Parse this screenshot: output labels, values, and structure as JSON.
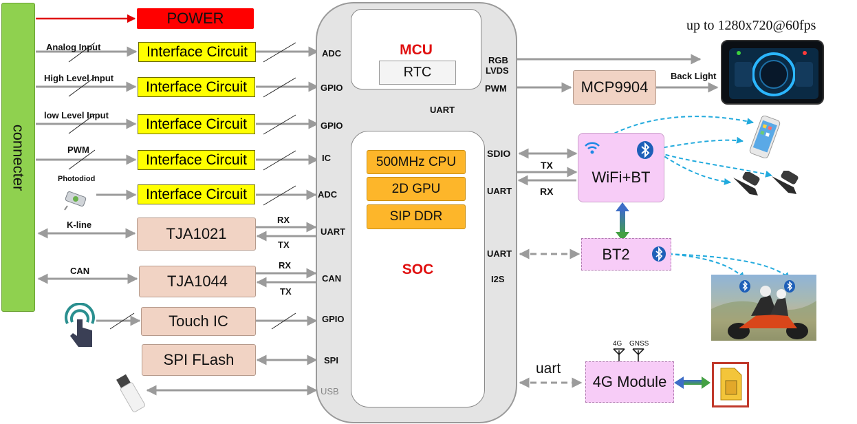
{
  "connector": {
    "label": "connecter"
  },
  "power": {
    "label": "POWER"
  },
  "inputs": [
    {
      "label": "Analog Input",
      "box": "Interface Circuit",
      "pin": "ADC"
    },
    {
      "label": "High Level Input",
      "box": "Interface Circuit",
      "pin": "GPIO"
    },
    {
      "label": "low Level Input",
      "box": "Interface Circuit",
      "pin": "GPIO"
    },
    {
      "label": "PWM",
      "box": "Interface Circuit",
      "pin": "IC"
    },
    {
      "label": "Photodiod",
      "box": "Interface Circuit",
      "pin": "ADC"
    }
  ],
  "kline": {
    "label": "K-line",
    "box": "TJA1021",
    "pin": "UART",
    "rx": "RX",
    "tx": "TX"
  },
  "can": {
    "label": "CAN",
    "box": "TJA1044",
    "pin": "CAN",
    "rx": "RX",
    "tx": "TX"
  },
  "touch": {
    "box": "Touch IC",
    "pin": "GPIO"
  },
  "spi": {
    "box": "SPI FLash",
    "pin": "SPI"
  },
  "usb": {
    "pin": "USB"
  },
  "mcu": {
    "title": "MCU",
    "rtc": "RTC",
    "link": "UART"
  },
  "soc": {
    "title": "SOC",
    "cpu": "500MHz CPU",
    "gpu": "2D GPU",
    "ddr": "SIP DDR"
  },
  "right_pins": {
    "rgb": "RGB",
    "lvds": "LVDS",
    "pwm": "PWM",
    "sdio": "SDIO",
    "uart1": "UART",
    "uart2": "UART",
    "i2s": "I2S"
  },
  "display": {
    "resolution": "up to 1280x720@60fps",
    "backlight": "Back Light"
  },
  "mcp": {
    "label": "MCP9904"
  },
  "wifi": {
    "label": "WiFi+BT",
    "tx": "TX",
    "rx": "RX"
  },
  "bt2": {
    "label": "BT2"
  },
  "module4g": {
    "label": "4G Module",
    "link": "uart",
    "ant1": "4G",
    "ant2": "GNSS"
  }
}
